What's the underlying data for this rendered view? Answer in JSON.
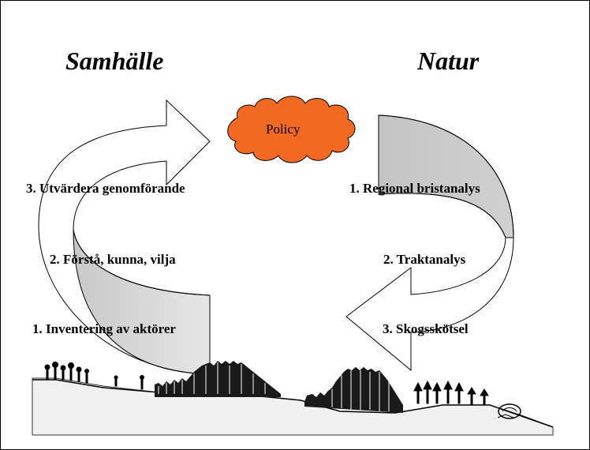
{
  "headings": {
    "left": "Samhälle",
    "right": "Natur"
  },
  "policy": {
    "label": "Policy",
    "fill_color": "#f26a21"
  },
  "left_cycle": {
    "steps": [
      "3. Utvärdera genomförande",
      "2. Förstå, kunna, vilja",
      "1. Inventering av aktörer"
    ]
  },
  "right_cycle": {
    "steps": [
      "1. Regional bristanalys",
      "2. Traktanalys",
      "3. Skogsskötsel"
    ]
  },
  "colors": {
    "arrow_shade": "#c8c8c8",
    "ground_fill": "#eeeeee"
  }
}
